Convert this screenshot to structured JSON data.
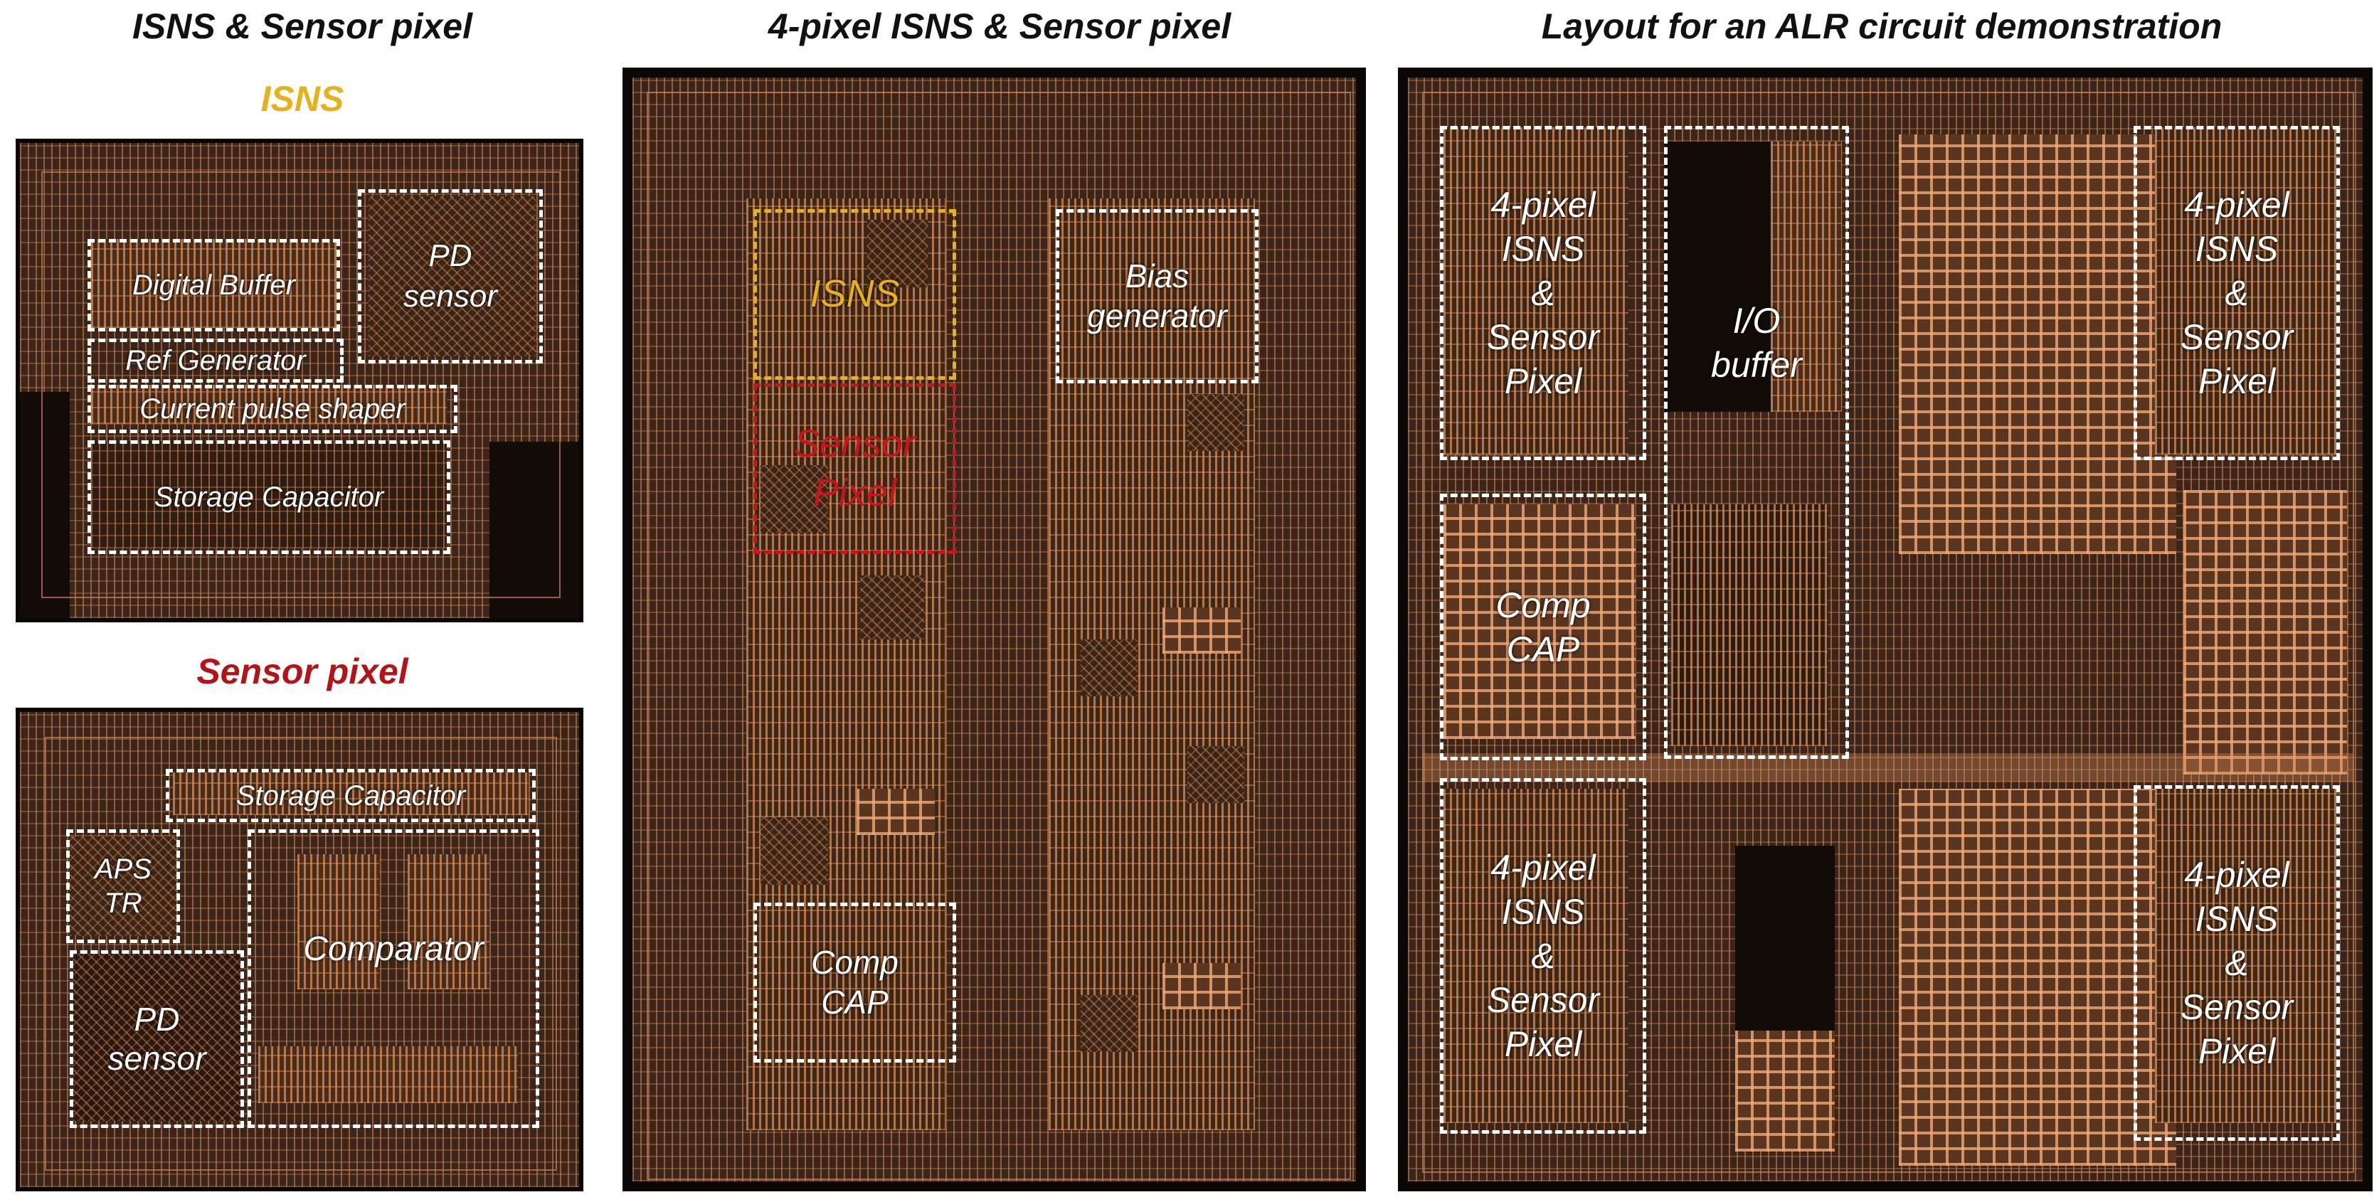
{
  "panel_left": {
    "title": "ISNS & Sensor pixel",
    "isns_heading": "ISNS",
    "sensor_heading": "Sensor pixel",
    "isns_blocks": {
      "digital_buffer": "Digital Buffer",
      "pd_sensor": "PD\nsensor",
      "ref_generator": "Ref Generator",
      "current_pulse_shaper": "Current pulse shaper",
      "storage_capacitor": "Storage Capacitor"
    },
    "sensor_blocks": {
      "storage_capacitor": "Storage Capacitor",
      "aps_tr": "APS\nTR",
      "comparator": "Comparator",
      "pd_sensor": "PD\nsensor"
    }
  },
  "panel_middle": {
    "title": "4-pixel ISNS & Sensor pixel",
    "isns": "ISNS",
    "sensor_pixel": "Sensor\nPixel",
    "bias_generator": "Bias\ngenerator",
    "comp_cap": "Comp\nCAP"
  },
  "panel_right": {
    "title": "Layout for an ALR circuit demonstration",
    "top_left_cell": "4-pixel\nISNS\n&\nSensor\nPixel",
    "top_right_cell": "4-pixel\nISNS\n&\nSensor\nPixel",
    "bottom_left_cell": "4-pixel\nISNS\n&\nSensor\nPixel",
    "bottom_right_cell": "4-pixel\nISNS\n&\nSensor\nPixel",
    "comp_cap": "Comp\nCAP",
    "io_buffer": "I/O\nbuffer"
  },
  "colors": {
    "isns": "#e6b21c",
    "sensor": "#c8141a",
    "label": "#ffffff",
    "metal": "#d68c5a",
    "substrate": "#2a1a10"
  }
}
